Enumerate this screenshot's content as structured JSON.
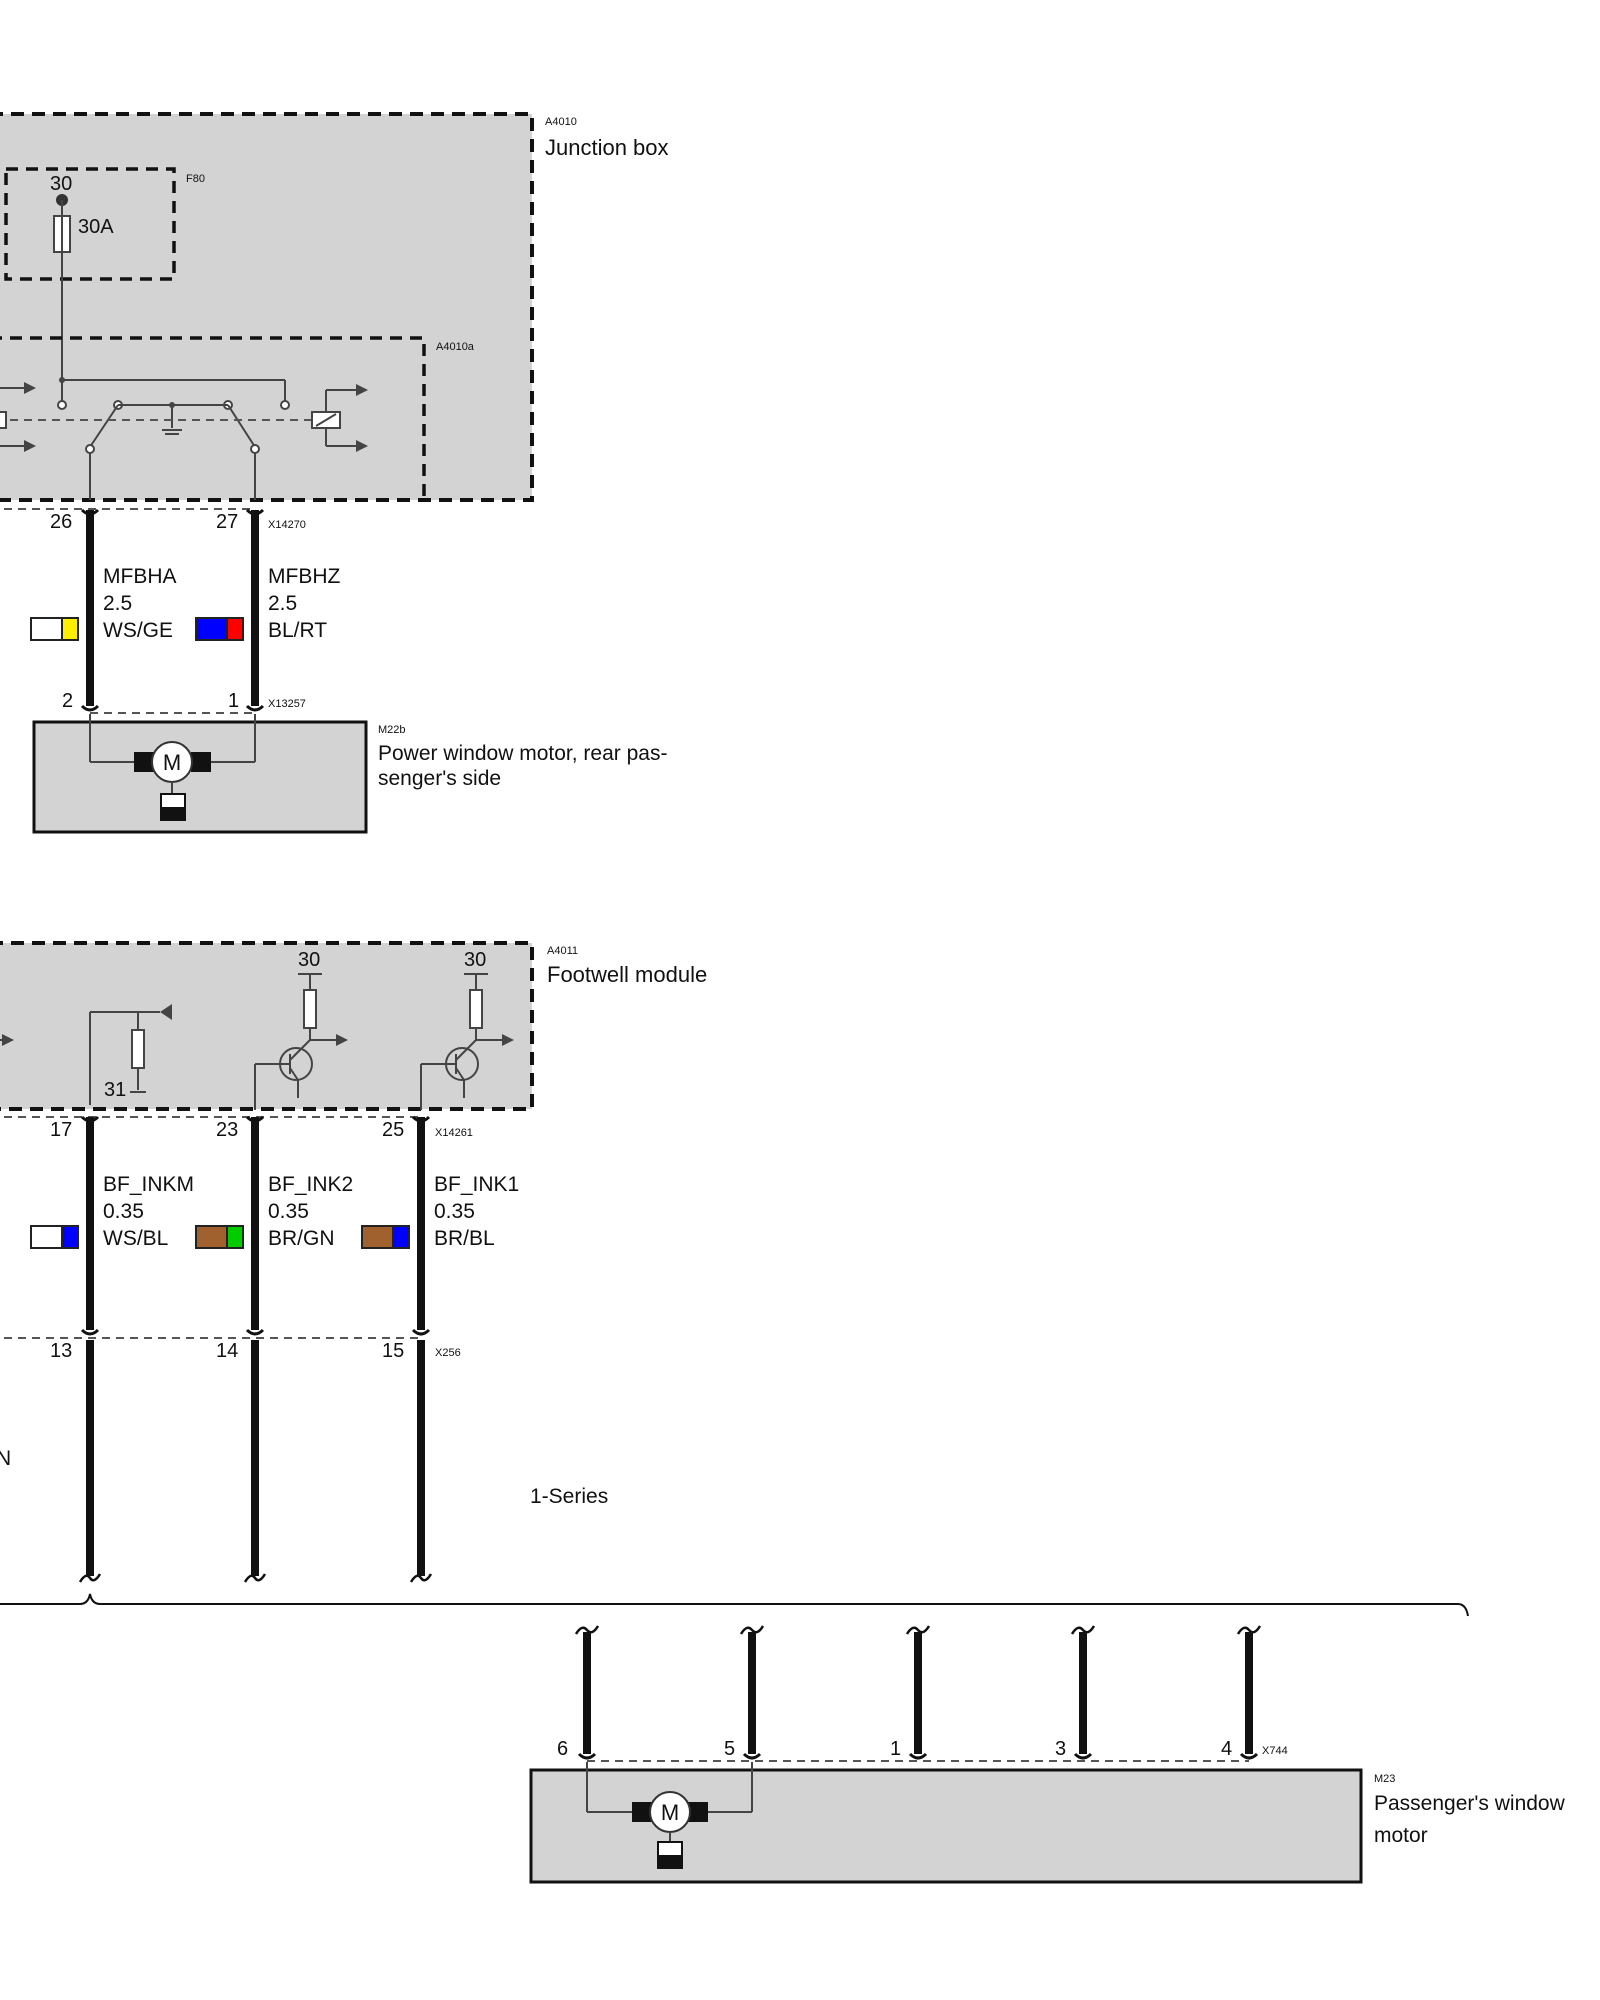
{
  "junction_box": {
    "id": "A4010",
    "name": "Junction box",
    "fuse": {
      "id": "F80",
      "terminal": "30",
      "rating": "30A"
    },
    "relay_id": "A4010a",
    "pins": [
      "26",
      "27"
    ],
    "connector": "X14270"
  },
  "rear_motor_wires": [
    {
      "signal": "MFBHA",
      "gauge": "2.5",
      "color_code": "WS/GE",
      "colors": [
        "#ffffff",
        "#ffee00"
      ]
    },
    {
      "signal": "MFBHZ",
      "gauge": "2.5",
      "color_code": "BL/RT",
      "colors": [
        "#0000ff",
        "#ff0000"
      ]
    }
  ],
  "rear_motor": {
    "id": "M22b",
    "name_line1": "Power window motor, rear pas-",
    "name_line2": "senger's side",
    "pins": [
      "2",
      "1"
    ],
    "connector": "X13257",
    "motor_symbol": "M"
  },
  "footwell": {
    "id": "A4011",
    "name": "Footwell module",
    "terminal_a": "30",
    "terminal_b": "30",
    "ground": "31",
    "pins": [
      "17",
      "23",
      "25"
    ],
    "connector": "X14261"
  },
  "footwell_wires": [
    {
      "signal": "BF_INKM",
      "gauge": "0.35",
      "color_code": "WS/BL",
      "colors": [
        "#ffffff",
        "#0000ff"
      ]
    },
    {
      "signal": "BF_INK2",
      "gauge": "0.35",
      "color_code": "BR/GN",
      "colors": [
        "#a0612e",
        "#00cc00"
      ]
    },
    {
      "signal": "BF_INK1",
      "gauge": "0.35",
      "color_code": "BR/BL",
      "colors": [
        "#a0612e",
        "#0000ff"
      ]
    }
  ],
  "x256": {
    "connector": "X256",
    "pins": [
      "13",
      "14",
      "15"
    ]
  },
  "edge_fragment": "N",
  "series_label": "1-Series",
  "passenger_motor": {
    "id": "M23",
    "name_line1": "Passenger's window",
    "name_line2": "motor",
    "pins": [
      "6",
      "5",
      "1",
      "3",
      "4"
    ],
    "connector": "X744",
    "motor_symbol": "M"
  }
}
